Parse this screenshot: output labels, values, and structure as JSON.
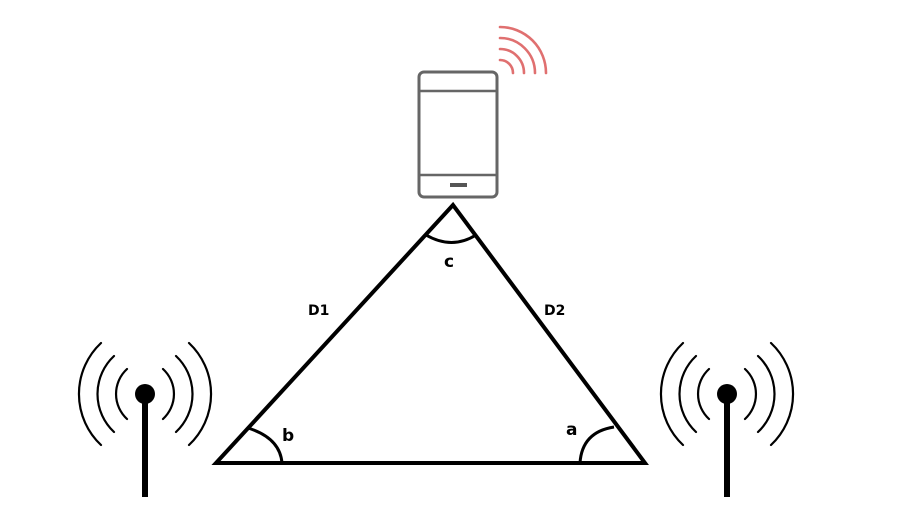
{
  "labels": {
    "side_left": "D1",
    "side_right": "D2",
    "angle_top": "c",
    "angle_left": "b",
    "angle_right": "a"
  },
  "colors": {
    "line": "#000000",
    "phone_frame": "#666666",
    "phone_signal": "#e07070"
  },
  "icons": {
    "phone": "smartphone-icon",
    "phone_signal": "wifi-signal-icon",
    "tower": "antenna-tower-icon"
  }
}
